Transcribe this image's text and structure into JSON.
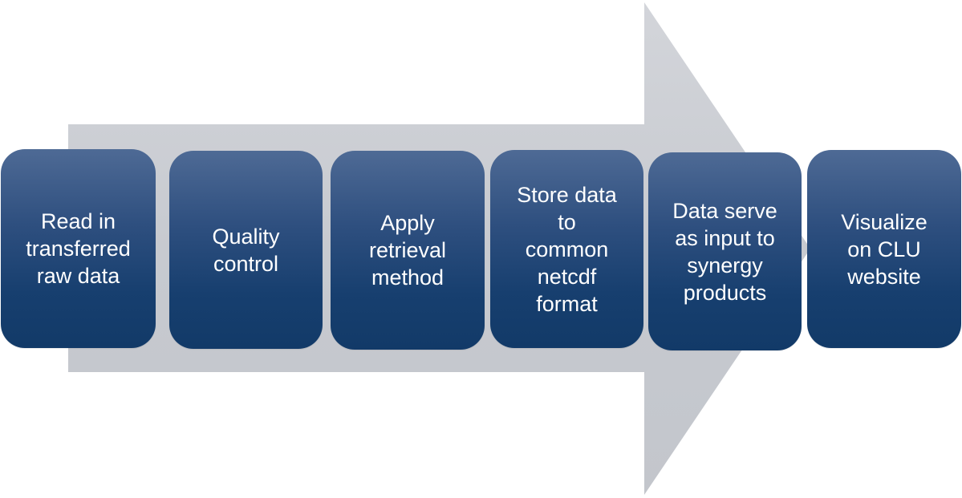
{
  "diagram": {
    "arrow_color": "#c9ccd3",
    "box_color": "#1f4677",
    "text_color": "#ffffff",
    "steps": [
      {
        "label": "Read in\ntransferred\nraw data"
      },
      {
        "label": "Quality\ncontrol"
      },
      {
        "label": "Apply\nretrieval\nmethod"
      },
      {
        "label": "Store data\nto\ncommon\nnetcdf\nformat"
      },
      {
        "label": "Data serve\nas input to\nsynergy\nproducts"
      },
      {
        "label": "Visualize\non CLU\nwebsite"
      }
    ]
  }
}
